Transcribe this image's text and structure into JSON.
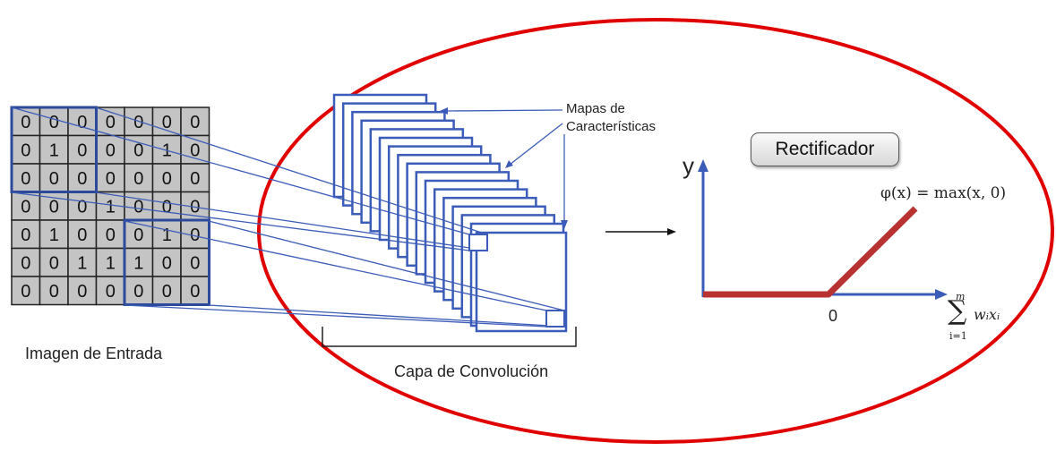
{
  "input_image": {
    "label": "Imagen de Entrada",
    "matrix": [
      [
        0,
        0,
        0,
        0,
        0,
        0,
        0
      ],
      [
        0,
        1,
        0,
        0,
        0,
        1,
        0
      ],
      [
        0,
        0,
        0,
        0,
        0,
        0,
        0
      ],
      [
        0,
        0,
        0,
        1,
        0,
        0,
        0
      ],
      [
        0,
        1,
        0,
        0,
        0,
        1,
        0
      ],
      [
        0,
        0,
        1,
        1,
        1,
        0,
        0
      ],
      [
        0,
        0,
        0,
        0,
        0,
        0,
        0
      ]
    ]
  },
  "conv_layer": {
    "label": "Capa de Convolución",
    "feature_maps_label_line1": "Mapas de",
    "feature_maps_label_line2": "Características"
  },
  "activation": {
    "button_label": "Rectificador",
    "y_axis_label": "y",
    "origin_label": "0",
    "formula": "φ(x) = max(x, 0)",
    "sum_top": "m",
    "sum_symbol": "∑",
    "sum_term": "wᵢxᵢ",
    "sum_bottom": "i=1"
  },
  "colors": {
    "blue": "#3b5cb8",
    "red_ellipse": "#e00000",
    "relu": "#b83232",
    "cell": "#c4c4c4"
  }
}
